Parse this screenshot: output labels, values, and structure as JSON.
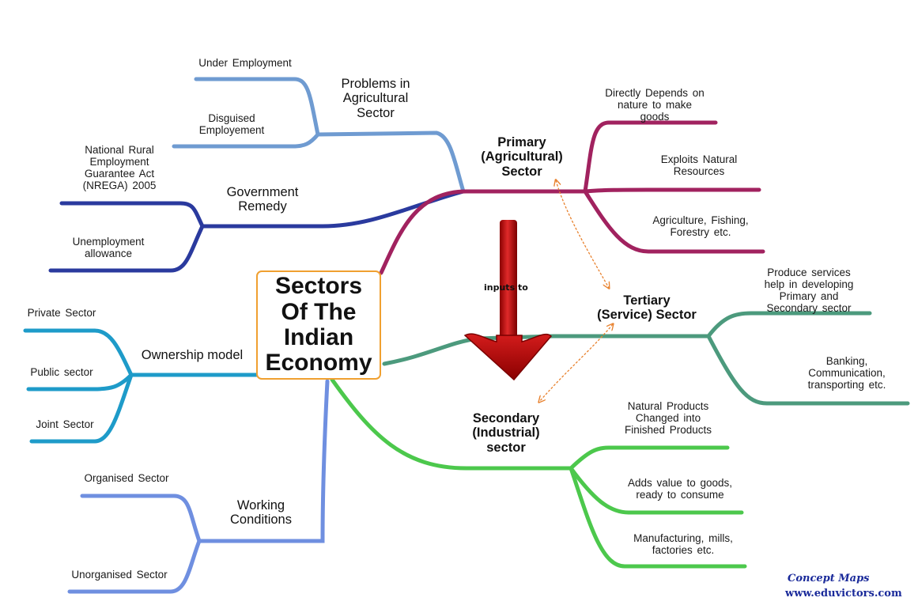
{
  "center": {
    "title": "Sectors\nOf  The\nIndian\nEconomy"
  },
  "colors": {
    "problems": "#6f9bd1",
    "government": "#2a3a9e",
    "ownership": "#1e9bc9",
    "working": "#6f8fe0",
    "primary": "#a1225f",
    "tertiary": "#4c9a7d",
    "secondary": "#4cc84c",
    "center_border": "#f0a030",
    "arrow": "#c41010",
    "annotation": "#e8822f",
    "brand": "#1a2a9a"
  },
  "branches": {
    "problems": {
      "label": "Problems  in\nAgricultural\nSector",
      "leaves": [
        "Under Employment",
        "Disguised\nEmployement"
      ]
    },
    "government": {
      "label": "Government\nRemedy",
      "leaves": [
        "National  Rural\nEmployment\nGuarantee  Act\n(NREGA)  2005",
        "Unemployment\nallowance"
      ]
    },
    "ownership": {
      "label": "Ownership model",
      "leaves": [
        "Private Sector",
        "Public sector",
        "Joint Sector"
      ]
    },
    "working": {
      "label": "Working\nConditions",
      "leaves": [
        "Organised Sector",
        "Unorganised Sector"
      ]
    },
    "primary": {
      "label": "Primary\n(Agricultural)\nSector",
      "leaves": [
        "Directly  Depends  on\nnature  to  make\ngoods",
        "Exploits  Natural\nResources",
        "Agriculture,  Fishing,\nForestry  etc."
      ]
    },
    "tertiary": {
      "label": "Tertiary\n(Service)  Sector",
      "leaves": [
        "Produce  services\nhelp  in  developing\nPrimary  and\nSecondary  sector",
        "Banking,\nCommunication,\ntransporting  etc."
      ]
    },
    "secondary": {
      "label": "Secondary\n(Industrial)\nsector",
      "leaves": [
        "Natural  Products\nChanged  into\nFinished  Products",
        "Adds  value  to  goods,\nready  to  consume",
        "Manufacturing,  mills,\nfactories  etc."
      ]
    }
  },
  "annotation": {
    "inputs_to": "inputs to"
  },
  "brand": {
    "title": "Concept Maps",
    "url": "www.eduvictors.com"
  }
}
